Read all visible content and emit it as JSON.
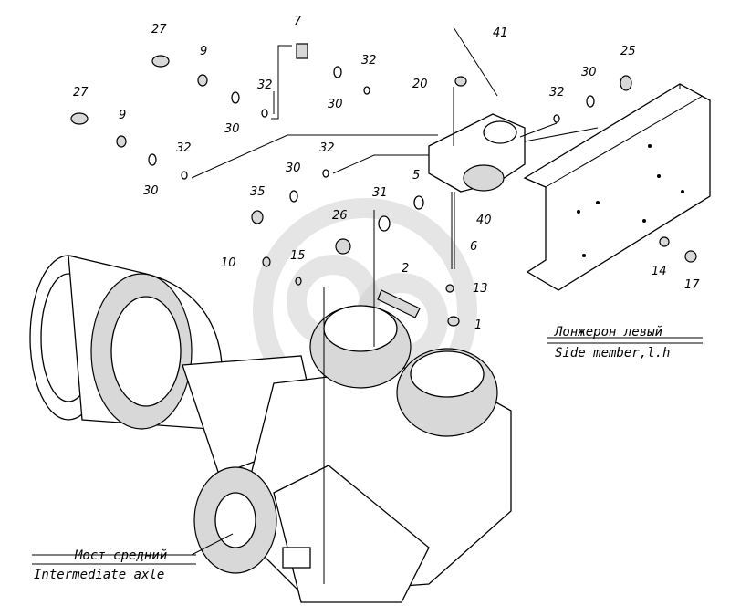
{
  "callouts": [
    "27",
    "9",
    "7",
    "27",
    "9",
    "30",
    "32",
    "30",
    "32",
    "20",
    "41",
    "25",
    "30",
    "32",
    "32",
    "30",
    "32",
    "30",
    "5",
    "35",
    "31",
    "26",
    "40",
    "6",
    "10",
    "15",
    "2",
    "13",
    "14",
    "17",
    "1"
  ],
  "captions": {
    "side_member_ru": "Лонжерон левый",
    "side_member_en": "Side member,l.h",
    "axle_ru": "Мост средний",
    "axle_en": "Intermediate axle"
  }
}
